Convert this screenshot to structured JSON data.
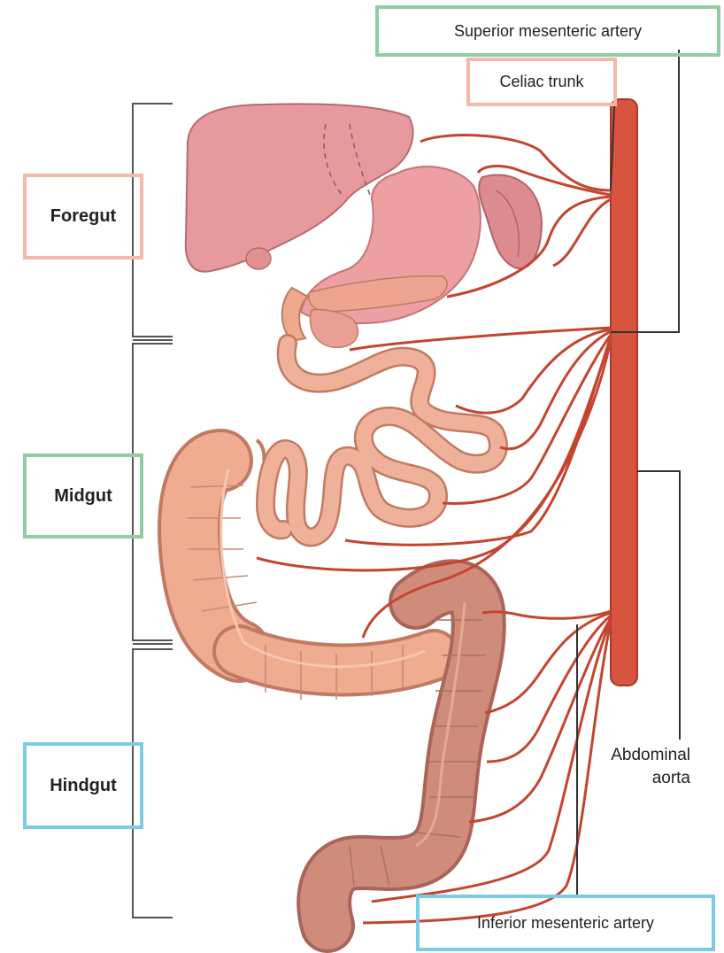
{
  "labels": {
    "superior_mesenteric_artery": "Superior mesenteric artery",
    "celiac_trunk": "Celiac trunk",
    "foregut": "Foregut",
    "midgut": "Midgut",
    "hindgut": "Hindgut",
    "abdominal_aorta_line1": "Abdominal",
    "abdominal_aorta_line2": "aorta",
    "inferior_mesenteric_artery": "Inferior mesenteric artery"
  },
  "colors": {
    "foregut_box": "#f4b9a8",
    "midgut_box": "#8fcea4",
    "hindgut_box": "#7ccde3",
    "superior_mesenteric_box": "#8fcea4",
    "celiac_box": "#f4b9a8",
    "inferior_mesenteric_box": "#7ccde3",
    "aorta": "#d9543e",
    "organ_pink": "#e79a9d",
    "intestine": "#eea98f",
    "colon": "#cf8a7a"
  }
}
